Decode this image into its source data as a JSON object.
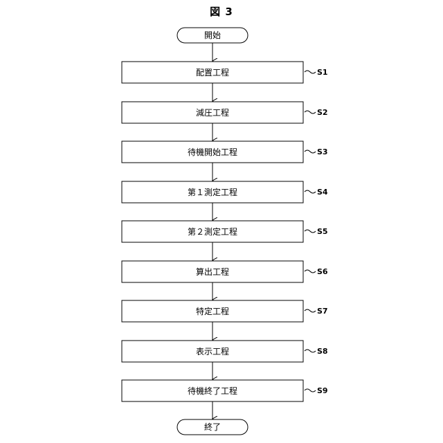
{
  "figure": {
    "title": "図 3"
  },
  "terminals": {
    "start": "開始",
    "end": "終了"
  },
  "steps": [
    {
      "label": "配置工程",
      "id": "S1"
    },
    {
      "label": "減圧工程",
      "id": "S2"
    },
    {
      "label": "待機開始工程",
      "id": "S3"
    },
    {
      "label": "第１測定工程",
      "id": "S4"
    },
    {
      "label": "第２測定工程",
      "id": "S5"
    },
    {
      "label": "算出工程",
      "id": "S6"
    },
    {
      "label": "特定工程",
      "id": "S7"
    },
    {
      "label": "表示工程",
      "id": "S8"
    },
    {
      "label": "待機終了工程",
      "id": "S9"
    }
  ]
}
